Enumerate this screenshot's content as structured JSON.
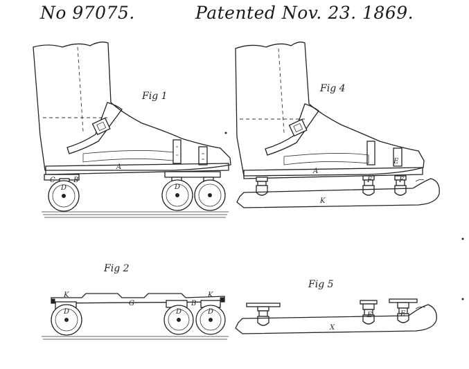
{
  "header": {
    "patent_number": "No 97075.",
    "patent_date": "Patented Nov. 23. 1869."
  },
  "figures": [
    {
      "label": "Fig 1",
      "parts": [
        "A",
        "D",
        "D",
        "C",
        "B"
      ]
    },
    {
      "label": "Fig 4",
      "parts": [
        "A",
        "K",
        "F",
        "F",
        "E"
      ]
    },
    {
      "label": "Fig 2",
      "parts": [
        "D",
        "D",
        "D",
        "K",
        "G",
        "B",
        "K"
      ]
    },
    {
      "label": "Fig 5",
      "parts": [
        "X",
        "E",
        "E"
      ]
    }
  ]
}
